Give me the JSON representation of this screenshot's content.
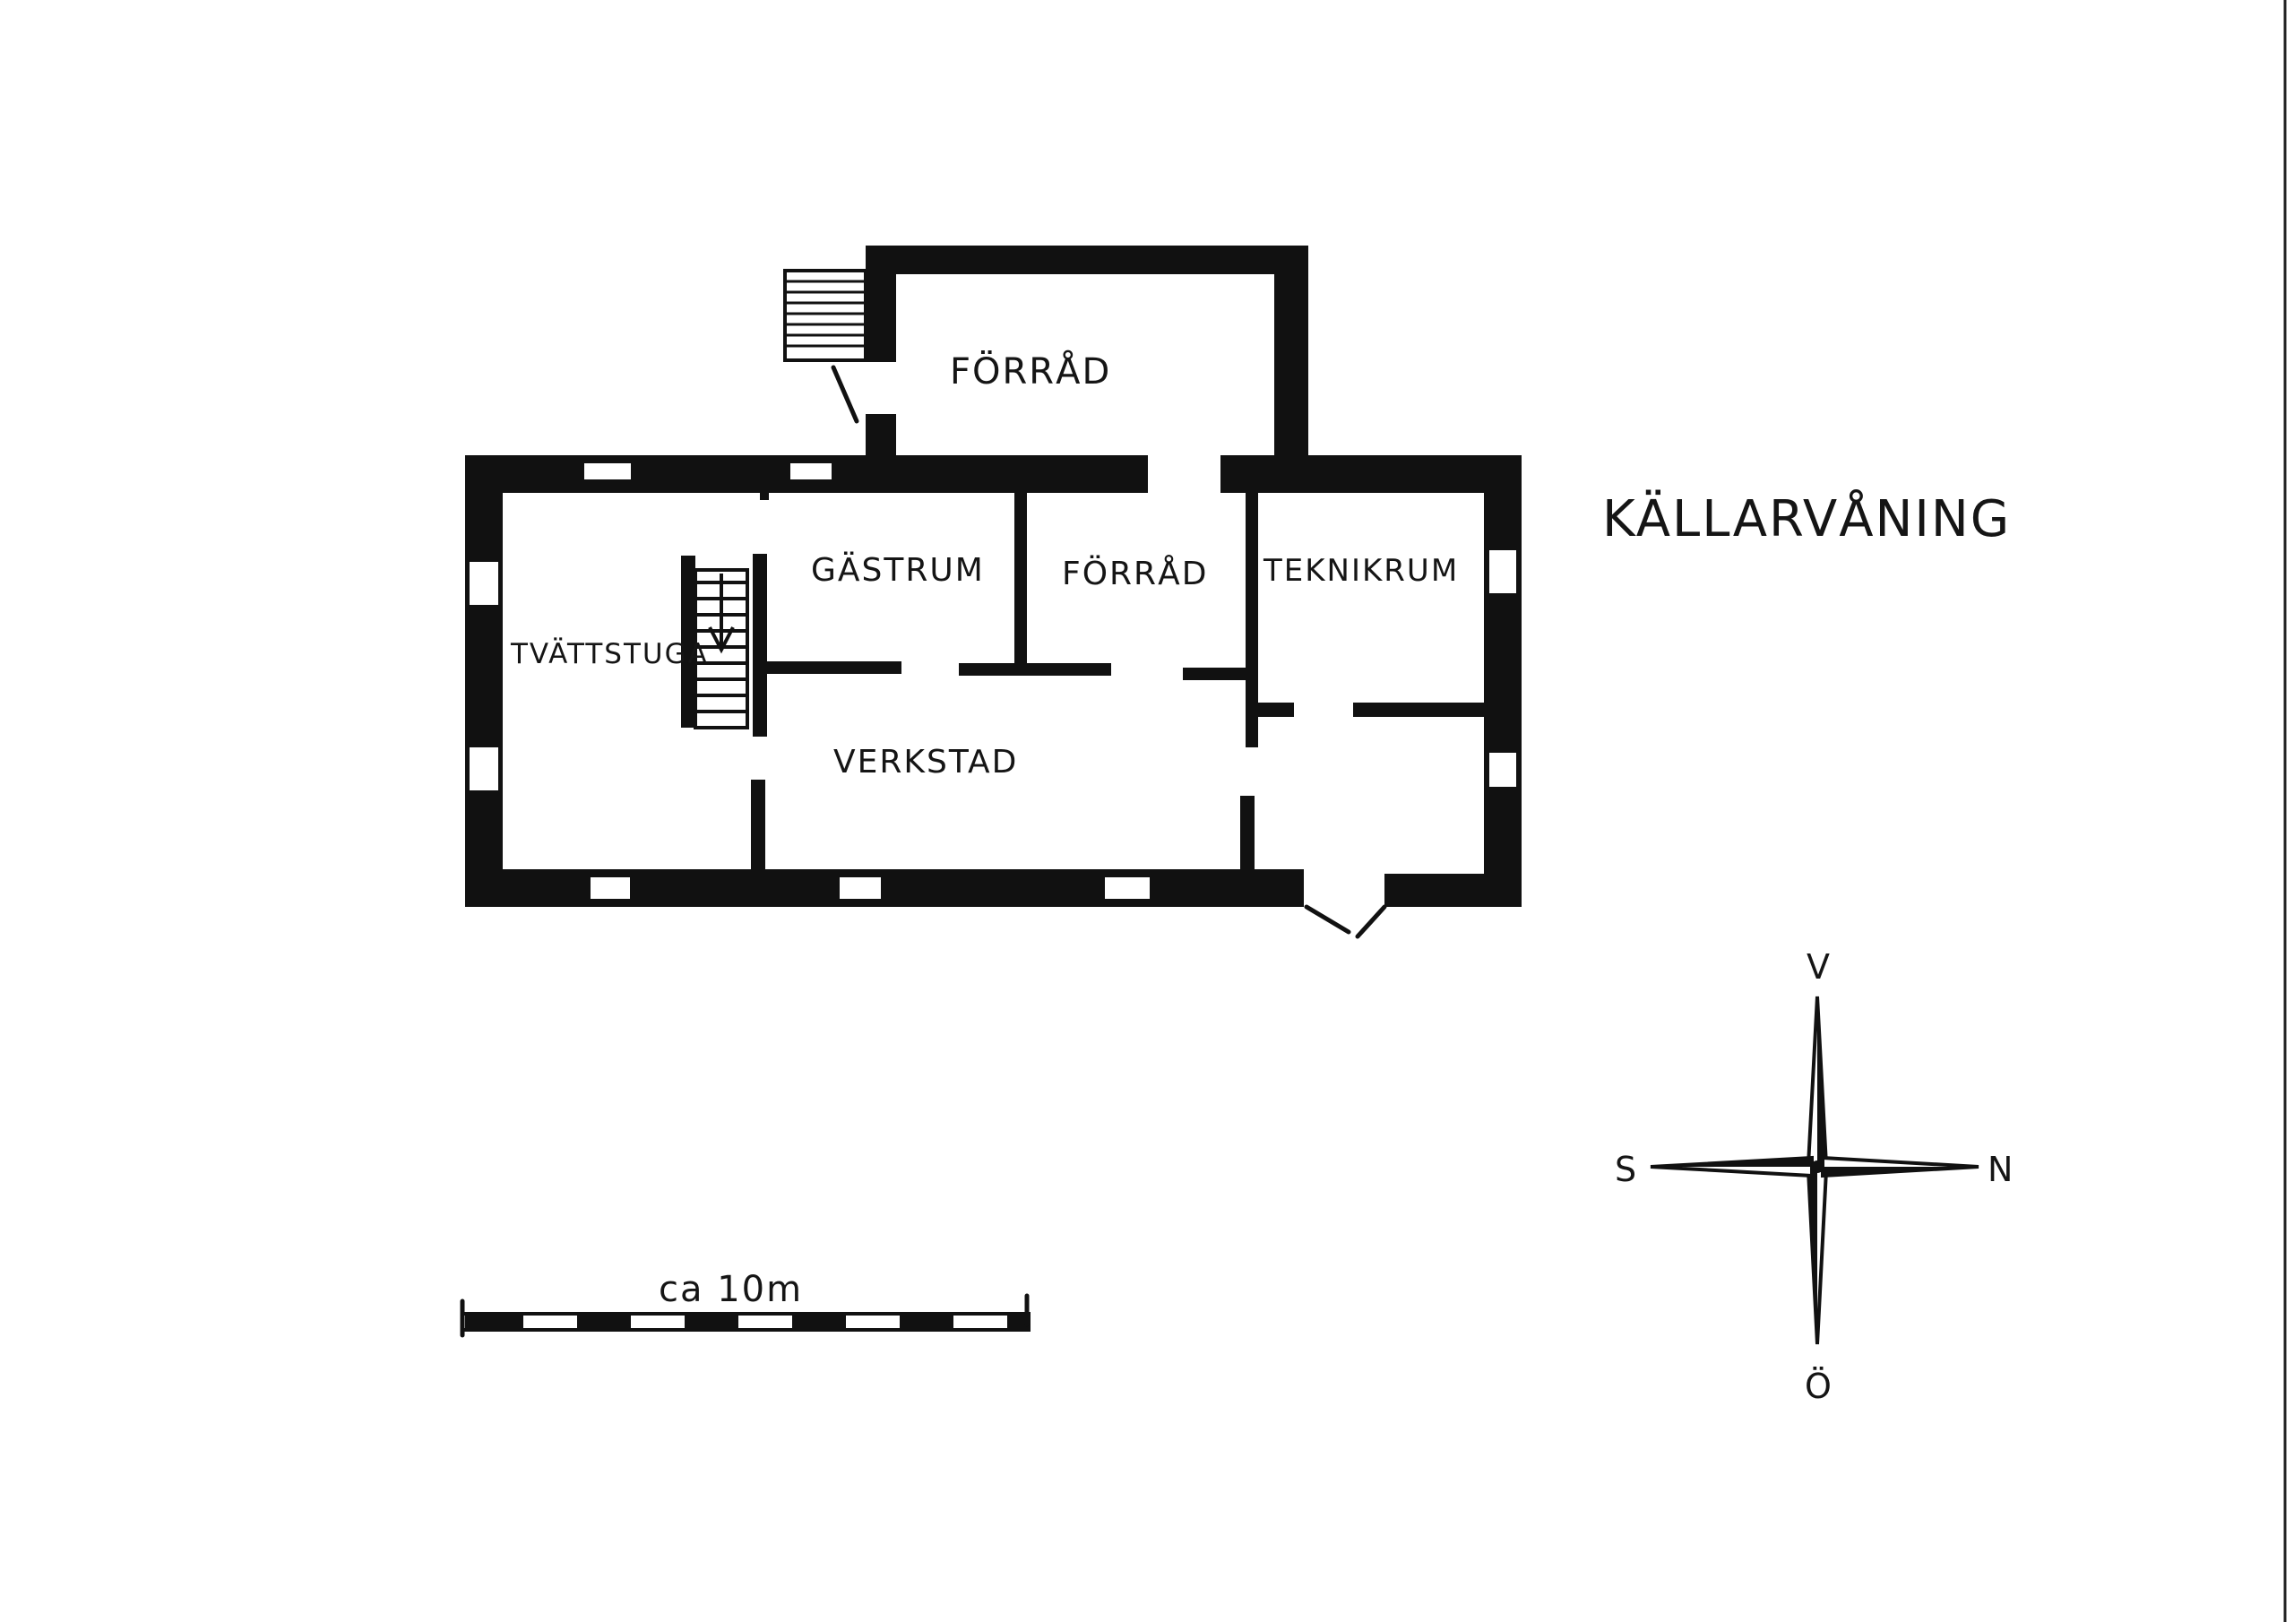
{
  "title": "KÄLLARVÅNING",
  "rooms": {
    "forrad_upper": "FÖRRÅD",
    "gastrum": "GÄSTRUM",
    "forrad_middle": "FÖRRÅD",
    "teknikrum": "TEKNIKRUM",
    "tvattstuga": "TVÄTTSTUGA",
    "verkstad": "VERKSTAD"
  },
  "scale_bar": {
    "label": "ca 10m"
  },
  "compass": {
    "top": "V",
    "bottom": "Ö",
    "left": "S",
    "right": "N"
  }
}
